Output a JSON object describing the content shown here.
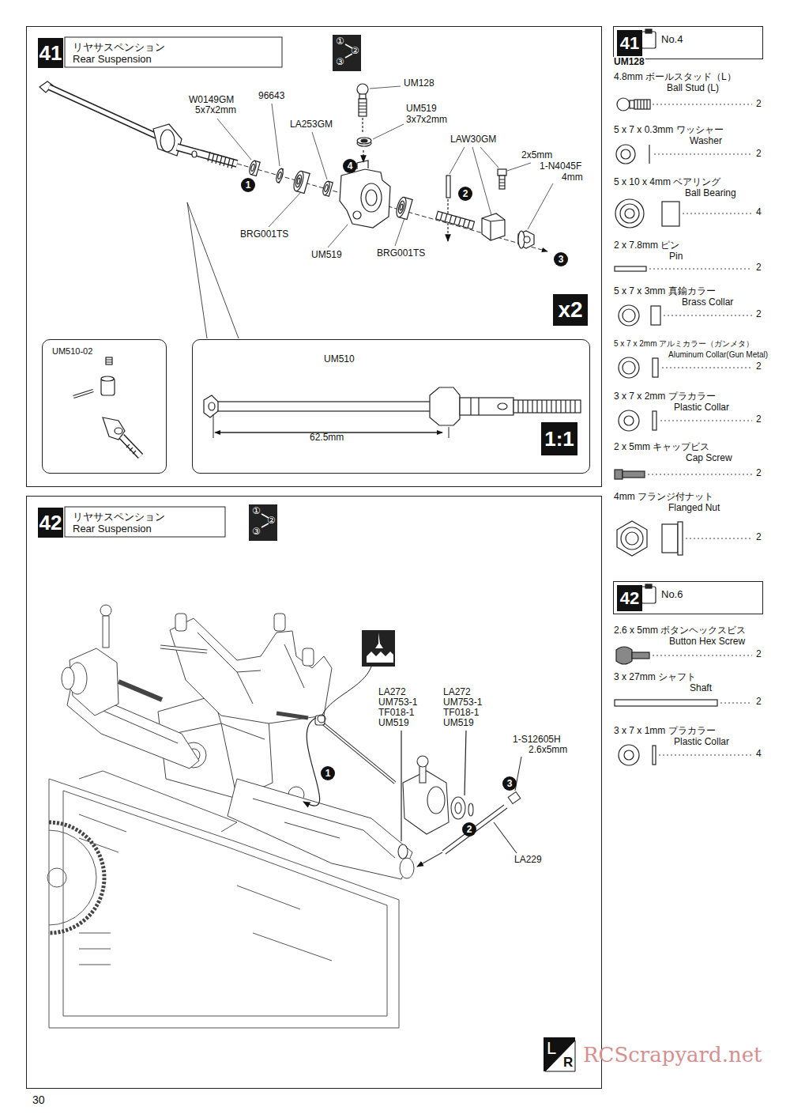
{
  "diagram": {
    "nodes": [
      {
        "text": [
          "41",
          "リヤサスペンション Rear Suspension"
        ]
      },
      {
        "text": [
          "UM510-02"
        ],
        "in": 0
      },
      {
        "text": [
          "UM510",
          "62.5mm",
          "1:1"
        ],
        "in": 0
      },
      {
        "text": [
          "42",
          "リヤサスペンション Rear Suspension"
        ]
      },
      {
        "text": [
          "41",
          "No.4"
        ]
      },
      {
        "text": [
          "42",
          "No.6"
        ]
      }
    ],
    "labels": [
      "①",
      "②",
      "③",
      "UM128",
      "W0149GM",
      "5x7x2mm",
      "96643",
      "UM519",
      "3x7x2mm",
      "LA253GM",
      "LAW30GM",
      "2x5mm",
      "1-N4045F",
      "4mm",
      "4",
      "1",
      "2",
      "3",
      "BRG001TS",
      "UM519",
      "BRG001TS",
      "x2",
      "①",
      "②",
      "③",
      "LA272",
      "UM753-1",
      "TF018-1",
      "UM519",
      "LA272",
      "UM753-1",
      "TF018-1",
      "UM519",
      "1-S12605H",
      "2.6x5mm",
      "LA229",
      "1",
      "3",
      "2",
      "L",
      "R",
      "UM128",
      "4.8mm ボールスタッド（L）",
      "Ball Stud (L)",
      "2",
      "5 x 7 x 0.3mm ワッシャー",
      "Washer",
      "2",
      "5 x 10 x 4mm ベアリング",
      "Ball Bearing",
      "4",
      "2 x 7.8mm ピン",
      "Pin",
      "2",
      "5 x 7 x 3mm 真鍮カラー",
      "Brass Collar",
      "2",
      "5 x 7 x 2mm アルミカラー（ガンメタ）",
      "Aluminum Collar(Gun Metal)",
      "2",
      "3 x 7 x 2mm プラカラー",
      "Plastic Collar",
      "2",
      "2 x 5mm キャップビス",
      "Cap Screw",
      "2",
      "4mm フランジ付ナット",
      "Flanged Nut",
      "2",
      "2.6 x 5mm ボタンヘックスビス",
      "Button Hex Screw",
      "2",
      "3 x 27mm シャフト",
      "Shaft",
      "2",
      "3 x 7 x 1mm プラカラー",
      "Plastic Collar",
      "4",
      "30",
      "RCScrapyard.net"
    ]
  }
}
